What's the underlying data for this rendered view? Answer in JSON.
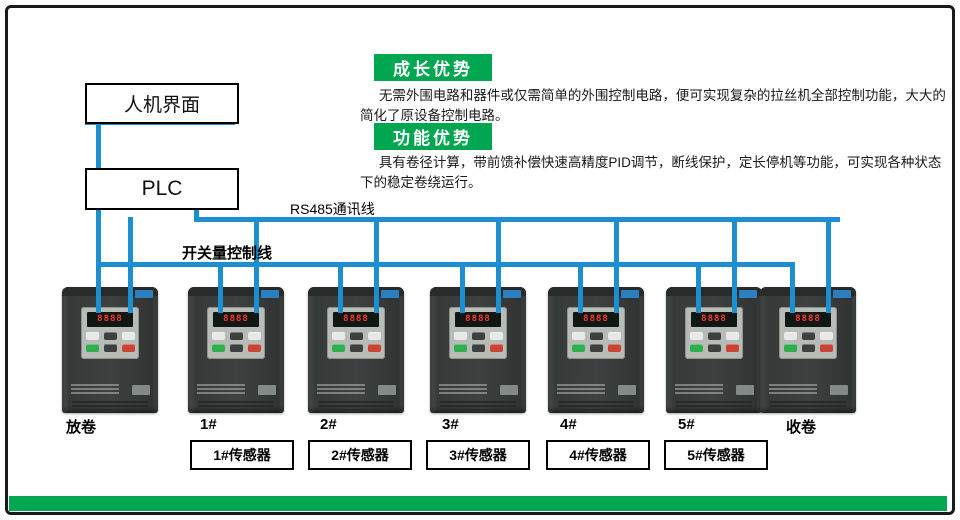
{
  "colors": {
    "accent_blue": "#1b8fd0",
    "brand_green": "#00a650",
    "device_body": "#3b403f",
    "led_red": "#ff3326"
  },
  "hmi": {
    "label": "人机界面"
  },
  "plc": {
    "label": "PLC"
  },
  "advantages": [
    {
      "title": "成长优势",
      "body": "无需外围电路和器件或仅需简单的外围控制电路，便可实现复杂的拉丝机全部控制功能，大大的简化了原设备控制电路。"
    },
    {
      "title": "功能优势",
      "body": "具有卷径计算，带前馈补偿快速高精度PID调节，断线保护，定长停机等功能，可实现各种状态下的稳定卷绕运行。"
    }
  ],
  "buses": {
    "rs485": "RS485通讯线",
    "digital_io": "开关量控制线"
  },
  "devices": [
    {
      "label": "放卷"
    },
    {
      "label": "1#"
    },
    {
      "label": "2#"
    },
    {
      "label": "3#"
    },
    {
      "label": "4#"
    },
    {
      "label": "5#"
    },
    {
      "label": "收卷"
    }
  ],
  "sensors": [
    {
      "label": "1#传感器"
    },
    {
      "label": "2#传感器"
    },
    {
      "label": "3#传感器"
    },
    {
      "label": "4#传感器"
    },
    {
      "label": "5#传感器"
    }
  ],
  "inverter": {
    "led_text": "8888"
  }
}
